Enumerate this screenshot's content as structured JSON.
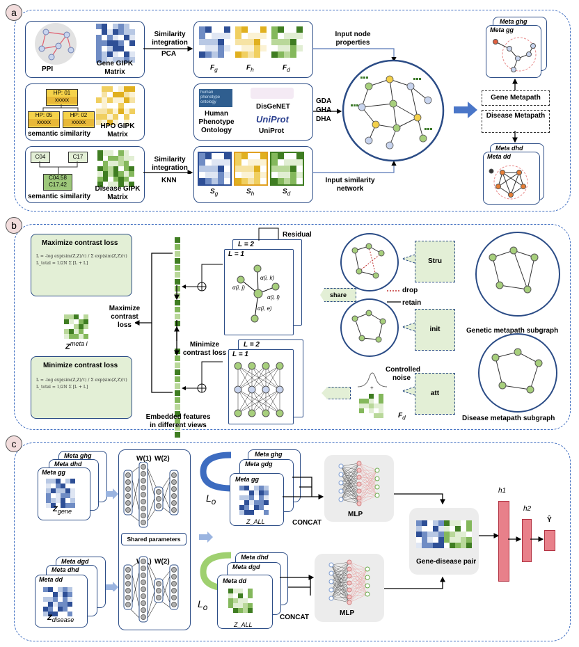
{
  "panel_a": {
    "tag": "a",
    "ppi": "PPI",
    "gene_gipk": "Gene GIPK Matrix",
    "hp01": "HP:  01",
    "hp05": "HP:  05",
    "hp02": "HP:  02",
    "xxxxx": "xxxxx",
    "semantic_similarity": "semantic similarity",
    "hpo_gipk": "HPO GIPK Matrix",
    "c04": "C04",
    "c17": "C17",
    "c0458": "C04.58",
    "c1742": "C17.42",
    "semantic_similarity2": "semantic similarity",
    "disease_gipk": "Disease GIPK Matrix",
    "sim_integration1": "Similarity integration",
    "pca": "PCA",
    "fg": "F",
    "fg_sub": "g",
    "fh": "F",
    "fh_sub": "h",
    "fd": "F",
    "fd_sub": "d",
    "hpo_name": "Human Phenotype Ontology",
    "disgenet": "DisGeNET",
    "uniprot": "UniProt",
    "gda": "GDA",
    "gha": "GHA",
    "dha": "DHA",
    "sim_integration2": "Similarity integration",
    "knn": "KNN",
    "sg": "S",
    "sg_sub": "g",
    "sh": "S",
    "sh_sub": "h",
    "sd": "S",
    "sd_sub": "d",
    "input_node": "Input node properties",
    "input_sim": "Input similarity network",
    "gene_metapath": "Gene Metapath",
    "disease_metapath": "Disease Metapath",
    "meta_ghg": "Meta ghg",
    "meta_gg": "Meta gg",
    "meta_dhd": "Meta dhd",
    "meta_dd": "Meta dd"
  },
  "panel_b": {
    "tag": "b",
    "max_title": "Maximize contrast loss",
    "min_title": "Minimize contrast loss",
    "max_label": "Maximize contrast loss",
    "min_label": "Minimize contrast loss",
    "z_meta": "Z",
    "z_meta_sup": "meta i",
    "embedded": "Embedded features in different views",
    "l2_top": "L = 2",
    "l1_top": "L = 1",
    "l2_bot": "L = 2",
    "l1_bot": "L = 1",
    "residual": "Residual",
    "share": "share",
    "drop": "drop",
    "retain": "retain",
    "stru": "Stru",
    "init": "init",
    "att": "att",
    "controlled_noise": "Controlled noise",
    "fd_b": "F",
    "fd_b_sub": "d",
    "genetic_sub": "Genetic metapath subgraph",
    "disease_sub": "Disease metapath subgraph",
    "alpha_ik": "α(i, k)",
    "alpha_il": "α(i, l)",
    "alpha_ij": "α(i, j)",
    "alpha_ie": "α(i, e)"
  },
  "panel_c": {
    "tag": "c",
    "meta_ghg": "Meta ghg",
    "meta_dhd": "Meta dhd",
    "meta_gg": "Meta gg",
    "z_gene": "Z",
    "z_gene_sub": "gene",
    "meta_dgd": "Meta dgd",
    "meta_dhd2": "Meta dhd",
    "meta_dd": "Meta dd",
    "z_disease": "Z",
    "z_disease_sub": "disease",
    "w1_top": "W(1)",
    "w2_top": "W(2)",
    "w1_bot": "W(1)",
    "w2_bot": "W(2)",
    "shared": "Shared parameters",
    "meta_ghg2": "Meta ghg",
    "meta_gdg": "Meta gdg",
    "meta_gg2": "Meta gg",
    "z_all_top": "Z_ALL",
    "meta_dhd3": "Meta dhd",
    "meta_dgd2": "Meta dgd",
    "meta_dd2": "Meta dd",
    "z_all_bot": "Z_ALL",
    "lo": "L",
    "lo_sub": "o",
    "concat": "CONCAT",
    "mlp": "MLP",
    "pair": "Gene-disease pair",
    "h1": "h1",
    "h2": "h2",
    "yhat": "Ŷ"
  },
  "colors": {
    "panel_border": "#3d6cc0",
    "blue_dark": "#3b5fa8",
    "blue_light": "#b8c8e4",
    "yellow_dark": "#e0b830",
    "yellow_light": "#f3e2a0",
    "green_dark": "#4d8a2e",
    "green_light": "#b9d89a",
    "red_bar": "#e8808a"
  }
}
